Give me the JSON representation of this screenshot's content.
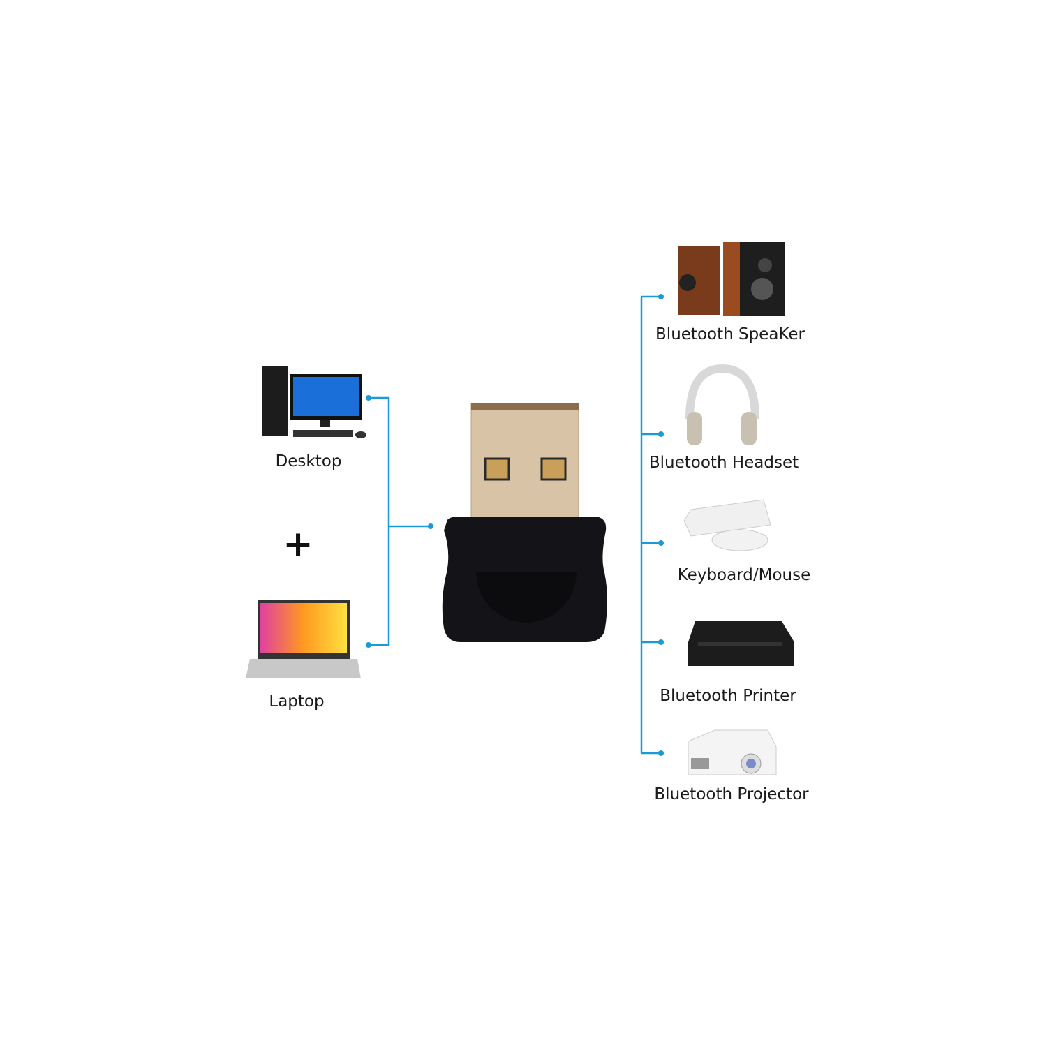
{
  "hosts": [
    {
      "label": "Desktop",
      "icon": "desktop-computer-icon"
    },
    {
      "label": "Laptop",
      "icon": "laptop-icon"
    }
  ],
  "joiner": "+",
  "center": {
    "icon": "usb-bluetooth-adapter-icon"
  },
  "devices": [
    {
      "label": "Bluetooth SpeaKer",
      "icon": "speaker-icon"
    },
    {
      "label": "Bluetooth Headset",
      "icon": "headset-icon"
    },
    {
      "label": "Keyboard/Mouse",
      "icon": "keyboard-mouse-icon"
    },
    {
      "label": "Bluetooth Printer",
      "icon": "printer-icon"
    },
    {
      "label": "Bluetooth Projector",
      "icon": "projector-icon"
    }
  ],
  "colors": {
    "connector": "#1a9ad6",
    "adapter_body": "#141418",
    "adapter_plug": "#d9c3a6"
  }
}
